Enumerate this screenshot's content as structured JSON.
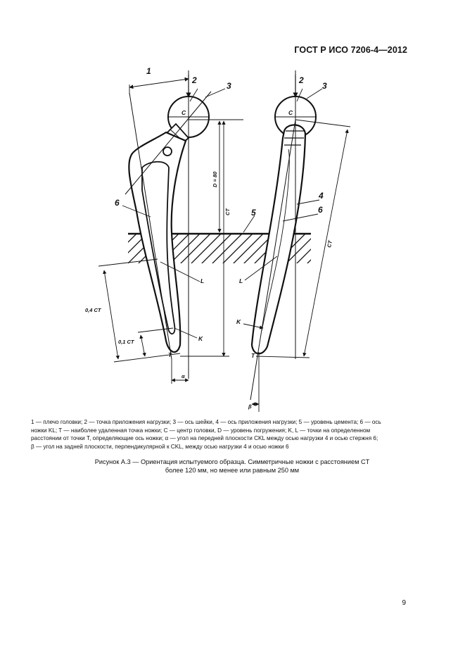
{
  "header": {
    "standard": "ГОСТ Р ИСО 7206-4—2012"
  },
  "figure": {
    "labels": {
      "n1": "1",
      "n2a": "2",
      "n3a": "3",
      "n2b": "2",
      "n3b": "3",
      "n4": "4",
      "n5": "5",
      "n6a": "6",
      "n6b": "6",
      "ca": "C",
      "cb": "C",
      "la": "L",
      "lb": "L",
      "ka": "K",
      "kb": "K",
      "ta": "T",
      "tb": "T",
      "alpha": "α",
      "beta": "β",
      "d80": "D = 80",
      "ct_a": "CT",
      "ct_b": "CT",
      "ct04": "0,4 CT",
      "ct01": "0,1 CT"
    }
  },
  "legend": {
    "lines": [
      "1 — плечо головки; 2 — точка приложения нагрузки; 3 — ось шейки, 4 — ось приложения нагрузки; 5 — уровень цемента; 6 — ось",
      "ножки KL; T — наиболее удаленная точка ножки; C — центр головки, D — уровень погружения; K, L — точки на определенном",
      "расстоянии от точки T, определяющие ось ножки; α — угол на передней плоскости CKL между осью нагрузки 4 и осью стержня 6;",
      "β — угол на задней плоскости, перпендикулярной к CKL, между осью нагрузки 4 и осью ножки 6"
    ]
  },
  "caption": {
    "line1": "Рисунок А.3 — Ориентация испытуемого образца. Симметричные ножки с расстоянием CT",
    "line2": "более 120 мм, но менее или равным 250 мм"
  },
  "page_number": "9"
}
